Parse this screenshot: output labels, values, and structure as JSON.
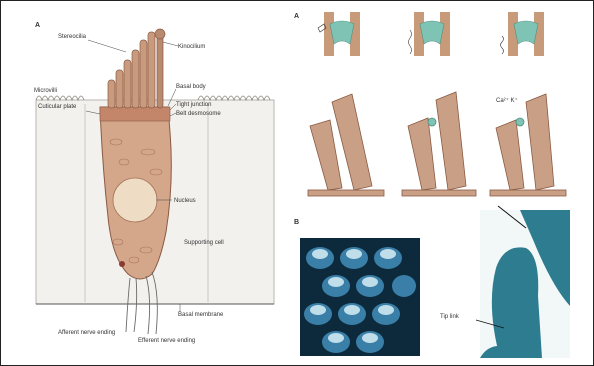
{
  "figure": {
    "left": {
      "panel_letter": "A",
      "labels": {
        "stereocilia": "Stereocilia",
        "kinocilium": "Kinocilium",
        "microvilli": "Microvilli",
        "basal_body": "Basal body",
        "cuticular_plate": "Cuticular plate",
        "tight_junction": "Tight junction",
        "belt_desmosome": "Belt desmosome",
        "nucleus": "Nucleus",
        "supporting_cell": "Supporting cell",
        "basal_membrane": "Basal membrane",
        "afferent": "Afferent nerve ending",
        "efferent": "Efferent nerve ending"
      }
    },
    "right": {
      "panel_letter_a": "A",
      "panel_letter_b": "B",
      "ions": "Ca²⁺ K⁺",
      "tip_link": "Tip link"
    },
    "colors": {
      "cell_fill": "#d4a68a",
      "cell_stroke": "#8a5a44",
      "cilia_fill": "#c89a7e",
      "nucleus_fill": "#eedcc4",
      "support_fill": "#f3f1ee",
      "teal": "#7fc3b4",
      "sem_dark": "#0c2a3c",
      "sem_mid": "#3a7fa8",
      "sem_light": "#d8eef6",
      "tem_blue": "#2d7c90"
    }
  }
}
